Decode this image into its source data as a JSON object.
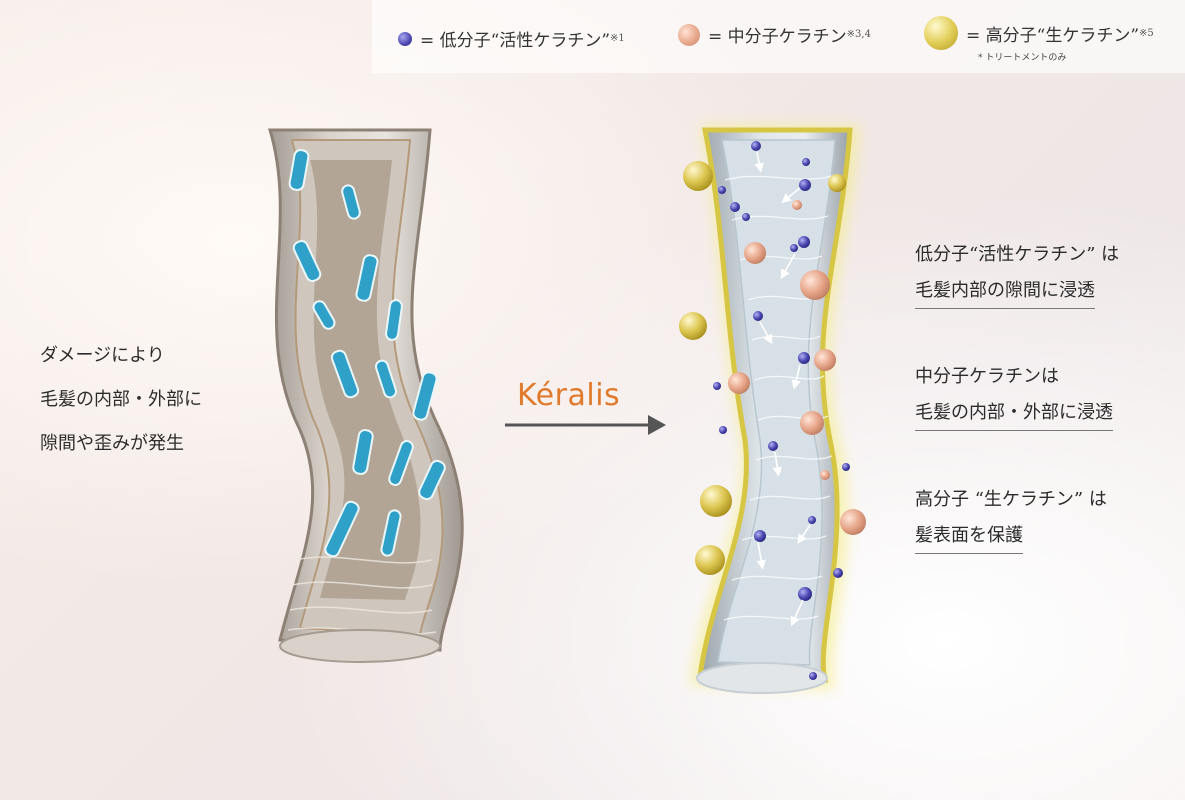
{
  "legend": {
    "low": {
      "label": "= 低分子“活性ケラチン”",
      "note": "※1",
      "icon": "blue-molecule",
      "color": "#4a47b0"
    },
    "mid": {
      "label": "= 中分子ケラチン",
      "note": "※3,4",
      "icon": "peach-molecule",
      "color": "#e8a88c"
    },
    "high": {
      "label": "= 高分子“生ケラチン”",
      "note": "※5",
      "icon": "gold-molecule",
      "color": "#e2cf5a",
      "sub_note": "* トリートメントのみ"
    }
  },
  "damage": {
    "lines": [
      "ダメージにより",
      "毛髪の内部・外部に",
      "隙間や歪みが発生"
    ]
  },
  "brand": {
    "name": "Kéralis",
    "color": "#e07a2c"
  },
  "descriptions": [
    {
      "line1": "低分子“活性ケラチン” は",
      "line2": "毛髪内部の隙間に浸透"
    },
    {
      "line1": "中分子ケラチンは",
      "line2": "毛髪の内部・外部に浸透"
    },
    {
      "line1": "高分子 “生ケラチン” は",
      "line2": "髪表面を保護"
    }
  ]
}
